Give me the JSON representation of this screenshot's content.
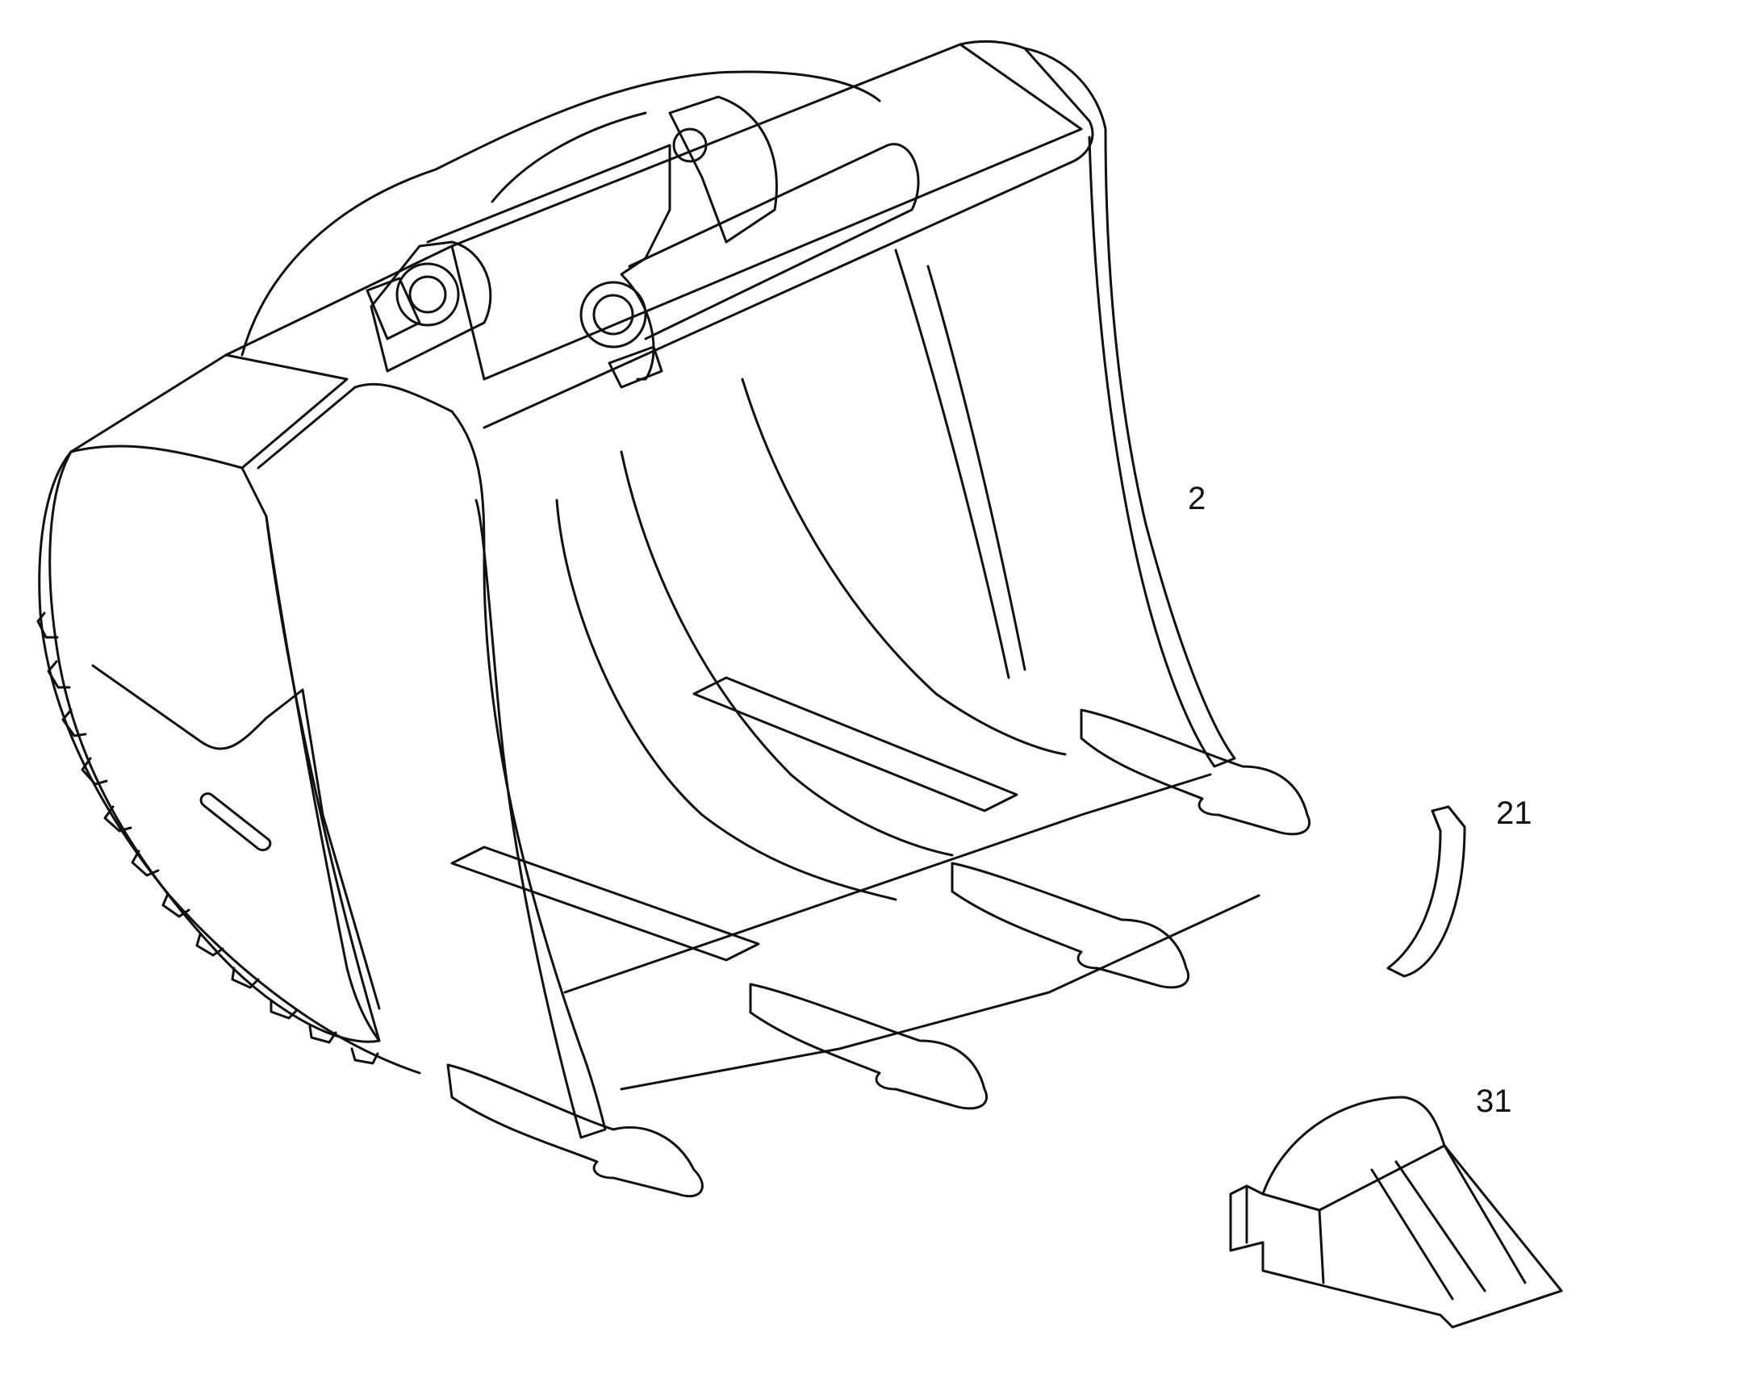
{
  "callouts": {
    "bucket": "2",
    "retainer_pin": "21",
    "tooth_tip": "31"
  },
  "colors": {
    "line": "#111111",
    "background": "#ffffff"
  }
}
